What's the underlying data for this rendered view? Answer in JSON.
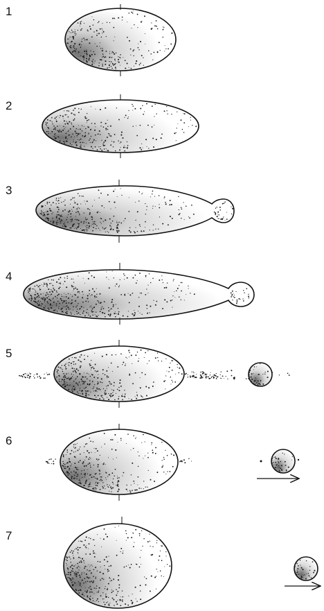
{
  "stages": [
    {
      "label": "1",
      "shape": "ellipse"
    },
    {
      "label": "2",
      "shape": "elongated-ellipse"
    },
    {
      "label": "3",
      "shape": "pear-with-bulb"
    },
    {
      "label": "4",
      "shape": "pear-with-bulb-thin-neck"
    },
    {
      "label": "5",
      "shape": "separated-with-debris"
    },
    {
      "label": "6",
      "shape": "separating-with-arrow"
    },
    {
      "label": "7",
      "shape": "separate-with-arrow"
    }
  ],
  "colors": {
    "ink": "#111111",
    "stipple": "#1a1a1a",
    "background": "#ffffff"
  }
}
